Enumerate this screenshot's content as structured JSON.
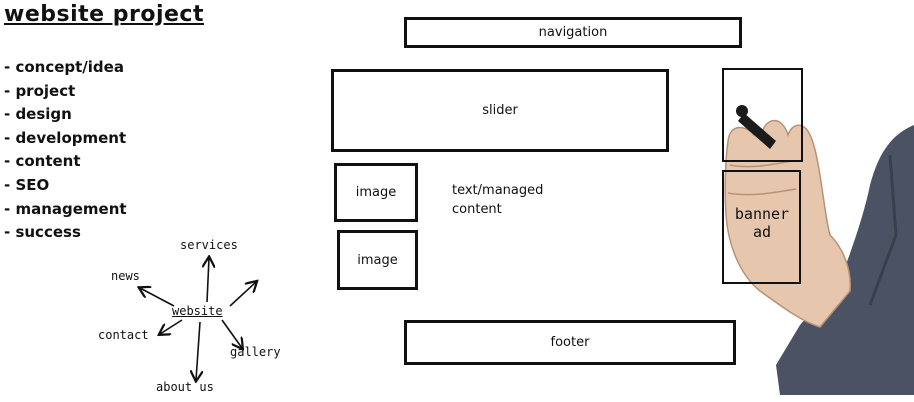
{
  "title": "website project",
  "steps": [
    "- concept/idea",
    "- project",
    "- design",
    "- development",
    "- content",
    "- SEO",
    "- management",
    "- success"
  ],
  "wireframe": {
    "navigation": "navigation",
    "slider": "slider",
    "image1": "image",
    "image2": "image",
    "text_line1": "text/managed",
    "text_line2": "content",
    "banner_line1": "banner",
    "banner_line2": "ad",
    "footer": "footer"
  },
  "mindmap": {
    "center": "website",
    "services": "services",
    "news": "news",
    "contact": "contact",
    "about": "about us",
    "gallery": "gallery"
  },
  "icons": [
    "hand-with-marker-icon"
  ],
  "colors": {
    "ink": "#111111",
    "background": "#ffffff",
    "sleeve": "#4b5263",
    "skin": "#e6c7ad"
  }
}
